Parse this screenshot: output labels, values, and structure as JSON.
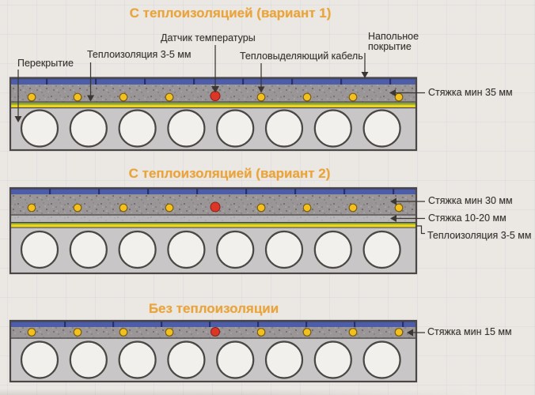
{
  "sections": [
    {
      "title": "С теплоизоляцией (вариант 1)",
      "labels": {
        "sensor": "Датчик температуры",
        "insulation": "Теплоизоляция 3-5 мм",
        "slab": "Перекрытие",
        "cable": "Тепловыделяющий кабель",
        "covering": "Напольное покрытие",
        "screed": "Стяжка мин 35 мм"
      }
    },
    {
      "title": "С теплоизоляцией (вариант 2)",
      "labels": {
        "screed_top": "Стяжка мин 30 мм",
        "screed_mid": "Стяжка 10-20 мм",
        "insulation": "Теплоизоляция 3-5 мм"
      }
    },
    {
      "title": "Без теплоизоляции",
      "labels": {
        "screed": "Стяжка мин 15 мм"
      }
    }
  ],
  "colors": {
    "title_orange": "#e9a43c",
    "label_text": "#38342f",
    "floor_covering_blue": "#4e5da7",
    "screed_gray": "#9a9596",
    "screed_light_gray": "#bab7b8",
    "insulation_yellow": "#ecd51e",
    "insulation_green": "#8aa039",
    "slab_gray": "#c9c6c8",
    "core_white": "#f2f0ed",
    "cable_yellow": "#f2c11d",
    "sensor_red": "#dc3726",
    "outline_dark": "#4a4744"
  }
}
